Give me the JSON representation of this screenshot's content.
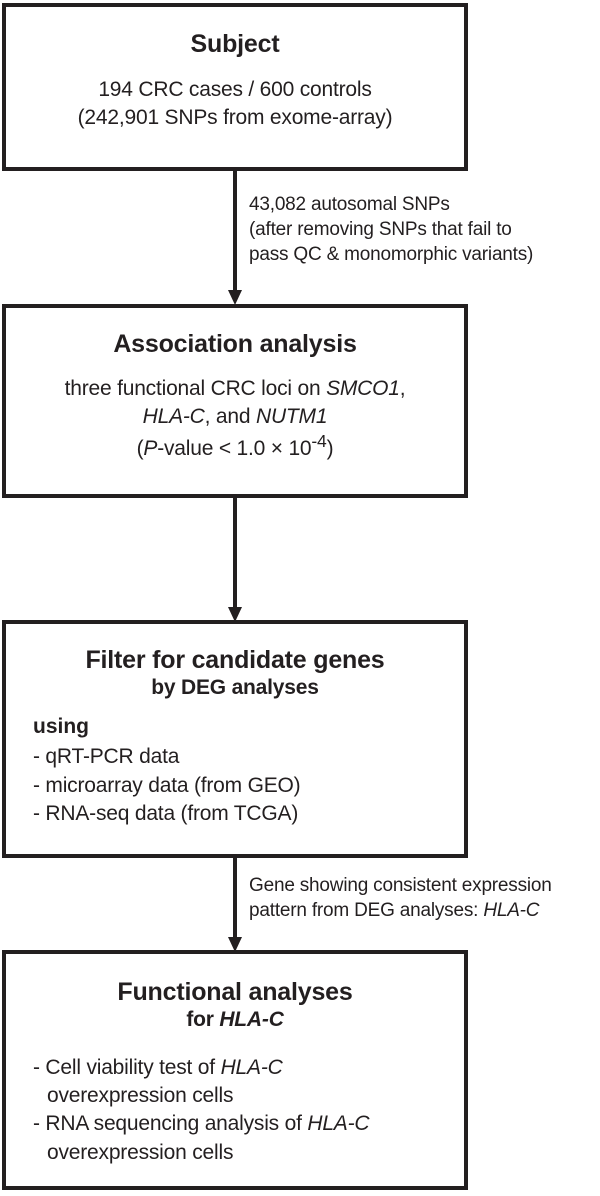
{
  "diagram": {
    "type": "flowchart",
    "orientation": "vertical",
    "colors": {
      "stroke": "#231f20",
      "background": "#ffffff"
    },
    "nodes": [
      {
        "id": "subject",
        "title": "Subject",
        "body_lines": [
          "194 CRC cases / 600 controls",
          "(242,901 SNPs from exome-array)"
        ]
      },
      {
        "id": "association-analysis",
        "title": "Association analysis",
        "body_lines": [
          "three functional CRC loci on SMCO1,",
          "HLA-C, and NUTM1",
          "(P-value < 1.0 × 10-4)"
        ],
        "body_line1_pre": "three functional CRC loci on ",
        "body_line1_gene": "SMCO1",
        "body_line1_post": ",",
        "body_line2_gene1": "HLA-C",
        "body_line2_mid": ", and ",
        "body_line2_gene2": "NUTM1",
        "pvalue_pre": "(",
        "pvalue_italic": "P",
        "pvalue_mid": "-value < 1.0 × 10",
        "pvalue_exp": "-4",
        "pvalue_post": ")"
      },
      {
        "id": "filter-candidate-genes",
        "title": "Filter for candidate genes",
        "subtitle": "by DEG analyses",
        "lead": "using",
        "bullets": [
          "- qRT-PCR data",
          "- microarray data (from GEO)",
          "- RNA-seq data (from TCGA)"
        ]
      },
      {
        "id": "functional-analyses",
        "title": "Functional analyses",
        "subtitle_pre": "for ",
        "subtitle_gene": "HLA-C",
        "bullets": [
          {
            "line1_pre": "- Cell viability test of ",
            "line1_gene": "HLA-C",
            "line2": "overexpression cells"
          },
          {
            "line1_pre": "- RNA sequencing analysis of ",
            "line1_gene": "HLA-C",
            "line2": "overexpression cells"
          }
        ]
      }
    ],
    "edges": [
      {
        "id": "edge-subject-to-association",
        "from": "subject",
        "to": "association-analysis",
        "label_lines": [
          "43,082 autosomal SNPs",
          "(after removing SNPs that fail to",
          "pass QC & monomorphic variants)"
        ]
      },
      {
        "id": "edge-association-to-filter",
        "from": "association-analysis",
        "to": "filter-candidate-genes",
        "label_lines": []
      },
      {
        "id": "edge-filter-to-functional",
        "from": "filter-candidate-genes",
        "to": "functional-analyses",
        "label_line1": "Gene showing consistent expression",
        "label_line2_pre": "pattern from DEG analyses: ",
        "label_line2_gene": "HLA-C"
      }
    ]
  }
}
